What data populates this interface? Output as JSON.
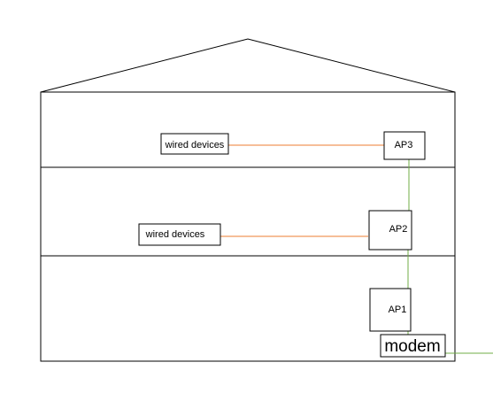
{
  "diagram": {
    "floors": {
      "top": {
        "device_label": "wired devices",
        "ap_label": "AP3"
      },
      "middle": {
        "device_label": "wired devices",
        "ap_label": "AP2"
      },
      "bottom": {
        "ap_label": "AP1"
      }
    },
    "modem_label": "modem"
  },
  "colors": {
    "outline": "#000000",
    "wired_link": "#ed7d31",
    "wireless_link": "#70ad47"
  }
}
